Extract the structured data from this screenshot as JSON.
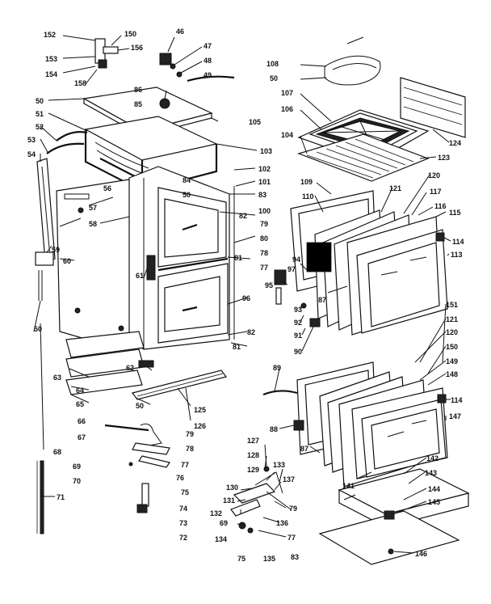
{
  "diagram": {
    "callouts": [
      "152",
      "150",
      "156",
      "153",
      "154",
      "158",
      "46",
      "47",
      "48",
      "49",
      "86",
      "85",
      "50",
      "51",
      "52",
      "53",
      "54",
      "105",
      "103",
      "102",
      "101",
      "84",
      "83",
      "82",
      "100",
      "79",
      "80",
      "81",
      "78",
      "77",
      "56",
      "57",
      "58",
      "59",
      "60",
      "61",
      "50",
      "50",
      "96",
      "82",
      "81",
      "62",
      "63",
      "64",
      "65",
      "50",
      "125",
      "126",
      "66",
      "67",
      "68",
      "69",
      "70",
      "71",
      "79",
      "78",
      "77",
      "76",
      "75",
      "74",
      "73",
      "72",
      "127",
      "128",
      "129",
      "130",
      "131",
      "132",
      "69",
      "134",
      "75",
      "135",
      "83",
      "133",
      "137",
      "79",
      "136",
      "77",
      "108",
      "50",
      "107",
      "106",
      "104",
      "124",
      "123",
      "109",
      "110",
      "121",
      "120",
      "117",
      "116",
      "115",
      "114",
      "113",
      "94",
      "95",
      "93",
      "92",
      "91",
      "90",
      "97",
      "87",
      "151",
      "121",
      "120",
      "150",
      "149",
      "148",
      "89",
      "88",
      "87",
      "114",
      "147",
      "141",
      "142",
      "143",
      "144",
      "145",
      "146"
    ]
  }
}
